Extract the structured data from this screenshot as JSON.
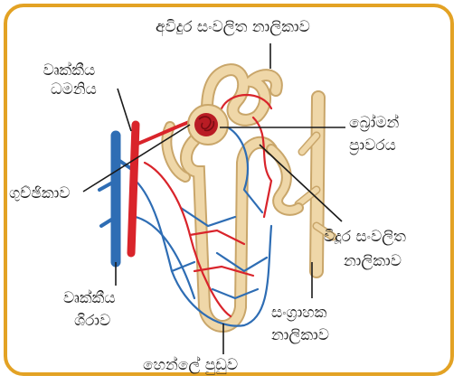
{
  "labels": {
    "proximal_tubule": "අවිදුර සංවලිත නාලිකාව",
    "renal_artery_line1": "වෘක්කීය",
    "renal_artery_line2": "ධමනිය",
    "bowmans_capsule_line1": "බ්‍රෝමන්",
    "bowmans_capsule_line2": "ප්‍රාවරය",
    "glomerulus": "ගුච්ඡිකාව",
    "distal_tubule_line1": "විදූර සංවලිත",
    "distal_tubule_line2": "නාලිකාව",
    "renal_vein_line1": "වෘක්කීය",
    "renal_vein_line2": "ශිරාව",
    "collecting_duct_line1": "සංග්‍රාහක",
    "collecting_duct_line2": "නාලිකාව",
    "loop_of_henle": "හෙන්ලේ පුඩුව"
  },
  "colors": {
    "frame": "#e3a224",
    "artery": "#d9242b",
    "vein": "#2e6db4",
    "tubule": "#efd7a8",
    "tubule_outline": "#c9a66a"
  }
}
